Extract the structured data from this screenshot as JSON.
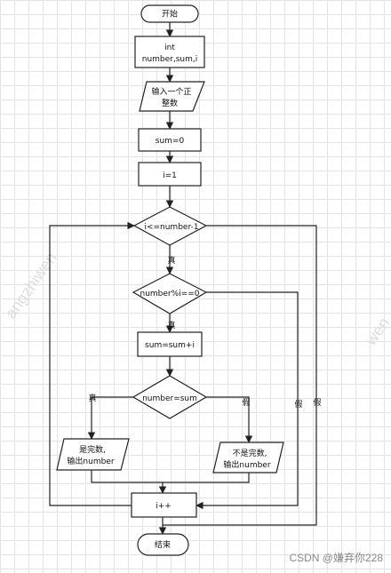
{
  "flowchart": {
    "start": "开始",
    "declare": [
      "int",
      "number,sum,i"
    ],
    "input": [
      "输入一个正",
      "整数"
    ],
    "init_sum": "sum=0",
    "init_i": "i=1",
    "loop_cond": "i<=number-1",
    "mod_cond": "number%i==0",
    "accumulate": "sum=sum+i",
    "perfect_cond": "number=sum",
    "out_yes": [
      "是完数,",
      "输出number"
    ],
    "out_no": [
      "不是完数,",
      "输出number"
    ],
    "increment": "i++",
    "end": "结束",
    "edge_labels": {
      "loop_true": "真",
      "mod_true": "真",
      "perfect_true": "真",
      "perfect_false": "假",
      "mod_false": "假",
      "loop_false": "假"
    }
  },
  "watermarks": [
    "angzhiwen",
    "wen"
  ],
  "footer": "CSDN @嫌弃你228"
}
